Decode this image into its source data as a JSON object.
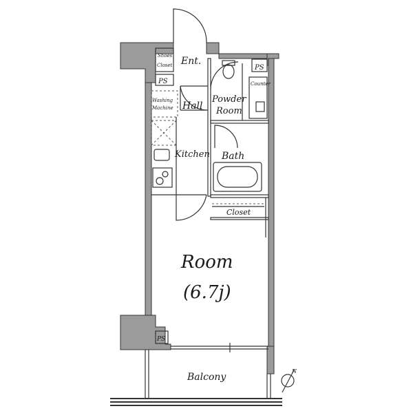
{
  "rooms": {
    "entrance": "Ent.",
    "shoes_closet_line1": "Shoes",
    "shoes_closet_line2": "Closet",
    "ps": "PS",
    "washing_line1": "Washing",
    "washing_line2": "Machine",
    "hall": "Hall",
    "kitchen": "Kitchen",
    "powder_line1": "Powder",
    "powder_line2": "Room",
    "counter": "Counter",
    "bath": "Bath",
    "closet": "Closet",
    "room": "Room",
    "room_size": "(6.7j)",
    "balcony": "Balcony",
    "north": "N"
  },
  "colors": {
    "wall": "#9b9b9b",
    "line": "#333333"
  }
}
